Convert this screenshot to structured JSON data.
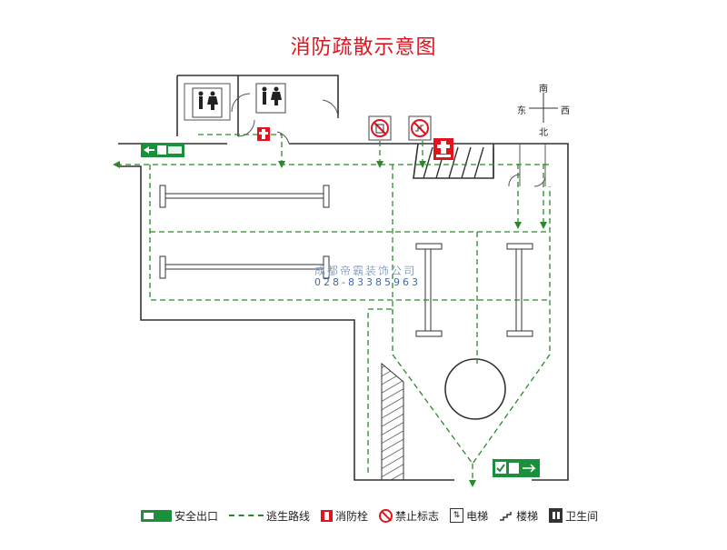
{
  "title": "消防疏散示意图",
  "compass": {
    "north_top": "南",
    "south_bottom": "北",
    "east_left": "东",
    "west_right": "西"
  },
  "watermark": {
    "company": "成都帝霸装饰公司",
    "phone": "028-83385963"
  },
  "legend": {
    "exit": "安全出口",
    "route": "逃生路线",
    "hydrant": "消防栓",
    "prohibited": "禁止标志",
    "elevator": "电梯",
    "stairs": "楼梯",
    "restroom": "卫生间"
  },
  "colors": {
    "title": "#e0141e",
    "route": "#2a8a2a",
    "exit_sign": "#1a8f3c",
    "hydrant": "#e0141e",
    "wall": "#333333"
  }
}
